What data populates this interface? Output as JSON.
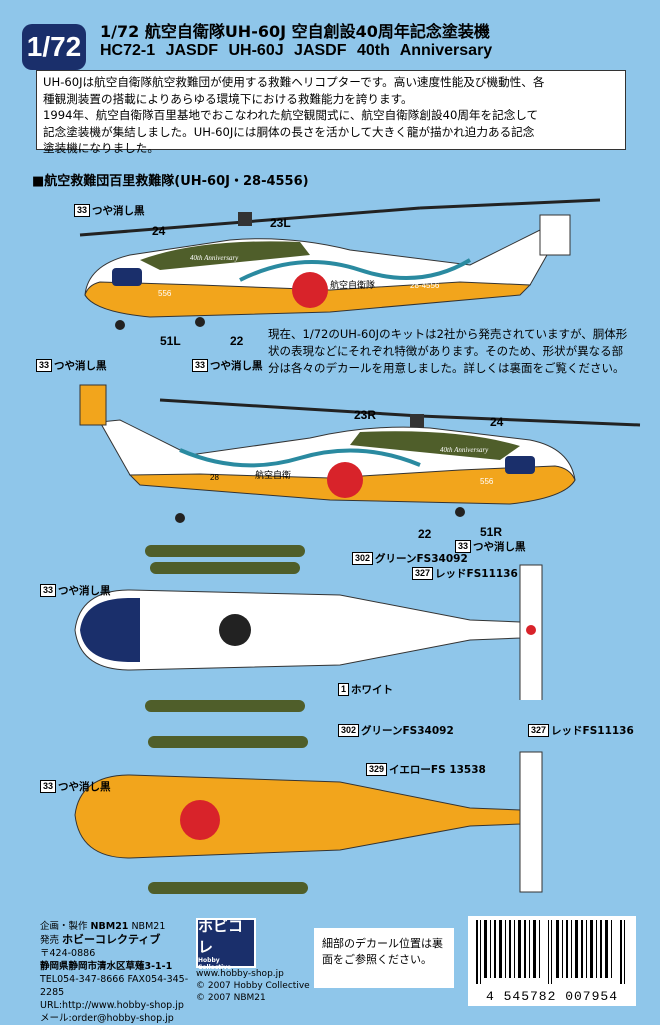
{
  "header": {
    "scale": "1/72",
    "title_jp": "1/72 航空自衛隊UH-60J 空自創設40周年記念塗装機",
    "title_en": "HC72-1 JASDF UH-60J JASDF 40th Anniversary"
  },
  "intro": {
    "lines": [
      "UH-60Jは航空自衛隊航空救難団が使用する救難ヘリコプターです。高い速度性能及び機動性、各",
      "種観測装置の搭載によりあらゆる環境下における救難能力を誇ります。",
      "1994年、航空自衛隊百里基地でおこなわれた航空観閲式に、航空自衛隊創設40周年を記念して",
      "記念塗装機が集結しました。UH-60Jには胴体の長さを活かして大きく龍が描かれ迫力ある記念",
      "塗装機になりました。"
    ]
  },
  "section_title": "■航空救難団百里救難隊(UH-60J・28-4556)",
  "callouts": {
    "c33": {
      "num": "33",
      "text": "つや消し黒"
    },
    "c302": {
      "num": "302",
      "text": "グリーンFS34092"
    },
    "c327": {
      "num": "327",
      "text": "レッドFS11136"
    },
    "c1": {
      "num": "1",
      "text": "ホワイト"
    },
    "c329": {
      "num": "329",
      "text": "イエローFS 13538"
    }
  },
  "decal_labels": {
    "l24a": "24",
    "l23l": "23L",
    "l51l": "51L",
    "l22a": "22",
    "l23r": "23R",
    "l24b": "24",
    "l22b": "22",
    "l51r": "51R"
  },
  "airframe_text": {
    "anniv": "40th Anniversary",
    "kanji": "航空自衛隊",
    "serial_a": "28-4556",
    "num_a": "556",
    "num_b": "556",
    "kanji_b": "航空自衛",
    "serial_b": "28"
  },
  "note": "現在、1/72のUH-60Jのキットは2社から発売されていますが、胴体形状の表現などにそれぞれ特徴があります。そのため、形状が異なる部分は各々のデカールを用意しました。詳しくは裏面をご覧ください。",
  "footer": {
    "plan_label": "企画・製作",
    "plan_brand": "NBM21",
    "plan_name": "NBM21",
    "sales_label": "発売",
    "sales_name": "ホビーコレクティブ",
    "postal": "〒424-0886",
    "address": "静岡県静岡市清水区草薙3-1-1",
    "tel": "TEL054-347-8666",
    "fax": "FAX054-345-2285",
    "url": "URL:http://www.hobby-shop.jp",
    "mail": "メール:order@hobby-shop.jp",
    "logo_text": "ホビコレ",
    "logo_sub": "Hobby Collective",
    "logo_url": "www.hobby-shop.jp",
    "copy1": "© 2007 Hobby Collective",
    "copy2": "© 2007 NBM21",
    "detail_note": "細部のデカール位置は裏面をご参照ください。",
    "barcode": "4 545782 007954"
  },
  "colors": {
    "background": "#8fc6ea",
    "green": "#4f5e2a",
    "yellow": "#f2a51c",
    "red": "#d8232a",
    "navy": "#1a2f6b",
    "white": "#ffffff"
  }
}
